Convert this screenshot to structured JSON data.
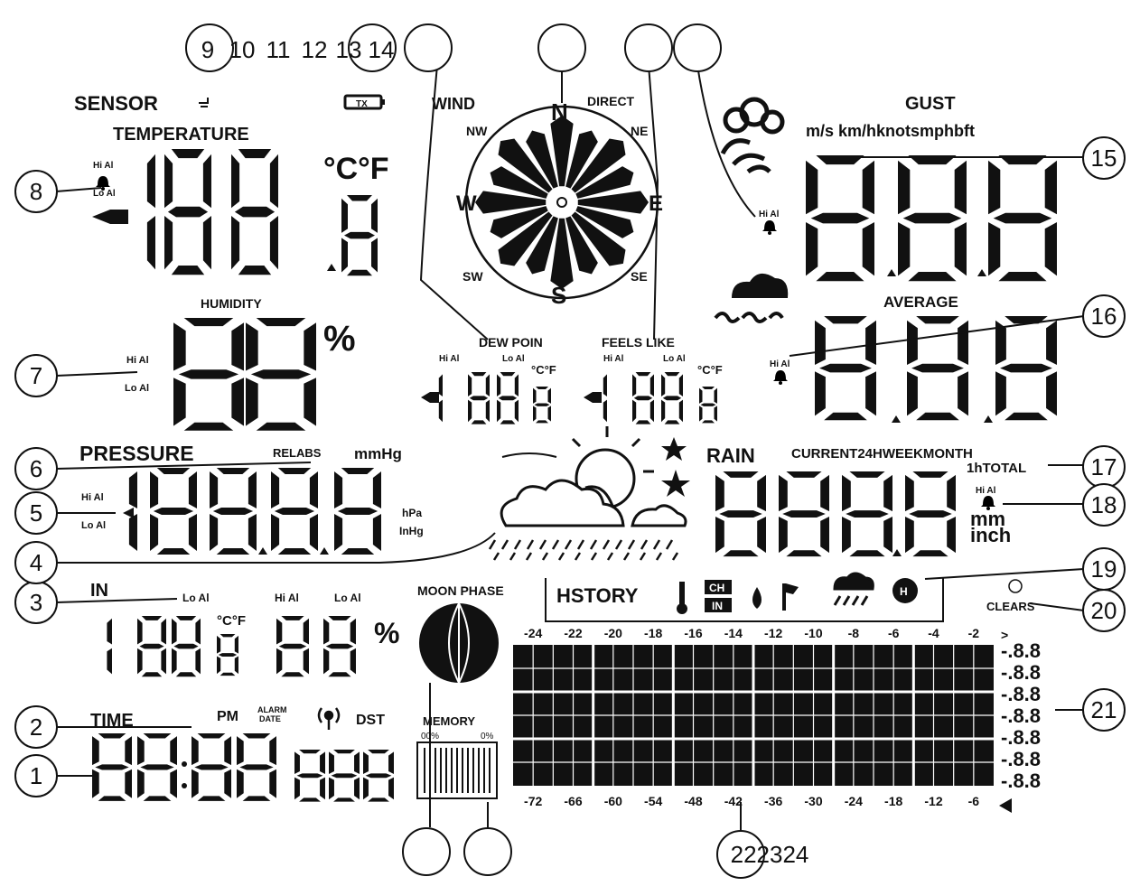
{
  "labels": {
    "sensor": "SENSOR",
    "temperature": "TEMPERATURE",
    "temp_units": "°C°F",
    "humidity": "HUMIDITY",
    "percent": "%",
    "wind": "WIND",
    "direct": "DIRECT",
    "gust": "GUST",
    "gust_units": "m/s km/hknotsmphbft",
    "average": "AVERAGE",
    "dew_point": "DEW POIN",
    "feels_like": "FEELS LIKE",
    "small_units": "°C°F",
    "pressure": "PRESSURE",
    "relabs": "RELABS",
    "mmhg": "mmHg",
    "hpa": "hPa",
    "inhg": "InHg",
    "rain": "RAIN",
    "rain_periods": "CURRENT24HWEEKMONTH",
    "rain_total": "1hTOTAL",
    "mm": "mm",
    "inch": "inch",
    "in": "IN",
    "moon_phase": "MOON PHASE",
    "history": "HSTORY",
    "clears": "CLEARS",
    "time": "TIME",
    "pm": "PM",
    "alarm": "ALARM",
    "date": "DATE",
    "dst": "DST",
    "memory": "MEMORY",
    "mem_left": "00%",
    "mem_right": "0%",
    "tx": "TX",
    "ch": "CH",
    "in_box": "IN",
    "hi_al": "Hi Al",
    "lo_al": "Lo Al"
  },
  "compass": {
    "N": "N",
    "NE": "NE",
    "E": "E",
    "SE": "SE",
    "S": "S",
    "SW": "SW",
    "W": "W",
    "NW": "NW"
  },
  "segments": {
    "temperature": "188",
    "temperature_dec": "8",
    "humidity": "88",
    "dew_point": "188",
    "dew_point_dec": "8",
    "feels_like": "188",
    "feels_like_dec": "8",
    "gust": "8.8.8",
    "average": "8.8.8",
    "pressure": "8888",
    "rain": "8888",
    "indoor_temp": "188",
    "indoor_temp_dec": "8",
    "indoor_humidity": "88",
    "time": "88:88",
    "date": "888"
  },
  "callouts": [
    "1",
    "2",
    "3",
    "4",
    "5",
    "6",
    "7",
    "8",
    "9",
    "10",
    "11",
    "12",
    "13",
    "14",
    "15",
    "16",
    "17",
    "18",
    "19",
    "20",
    "21",
    "222324"
  ],
  "history_chart": {
    "top_axis": [
      "-24",
      "-22",
      "-20",
      "-18",
      "-16",
      "-14",
      "-12",
      "-10",
      "-8",
      "-6",
      "-4",
      "-2"
    ],
    "bottom_axis": [
      "-72",
      "-66",
      "-60",
      "-54",
      "-48",
      "-42",
      "-36",
      "-30",
      "-24",
      "-18",
      "-12",
      "-6"
    ],
    "right_scale_marker": ">",
    "right_scale": [
      "-.8.8",
      "-.8.8",
      "-.8.8",
      "-.8.8",
      "-.8.8",
      "-.8.8",
      "-.8.8"
    ]
  }
}
